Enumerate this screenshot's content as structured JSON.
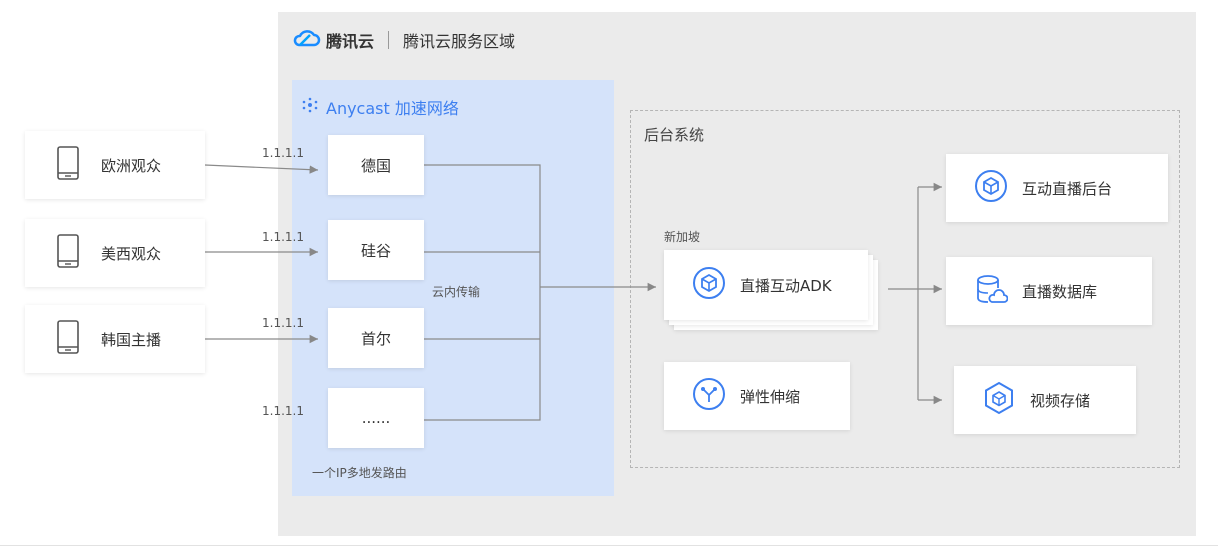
{
  "header": {
    "brand": "腾讯云",
    "region": "腾讯云服务区域"
  },
  "anycast": {
    "title": "Anycast 加速网络",
    "nodes": [
      "德国",
      "硅谷",
      "首尔",
      "......"
    ],
    "note": "一个IP多地发路由",
    "transfer_note": "云内传输"
  },
  "audiences": [
    "欧洲观众",
    "美西观众",
    "韩国主播"
  ],
  "ips": [
    "1.1.1.1",
    "1.1.1.1",
    "1.1.1.1",
    "1.1.1.1"
  ],
  "backend": {
    "title": "后台系统",
    "location": "新加坡",
    "sdk_label": "直播互动ADK",
    "scaling_label": "弹性伸缩",
    "services": [
      "互动直播后台",
      "直播数据库",
      "视频存储"
    ]
  },
  "colors": {
    "accent": "#3d7ff0",
    "anycast_bg": "#d5e3fa",
    "region_bg": "#ebebeb"
  },
  "icons": [
    "tencent-cloud-logo-icon",
    "network-nodes-icon",
    "tablet-icon",
    "cube-icon",
    "scaling-icon",
    "database-cloud-icon"
  ]
}
